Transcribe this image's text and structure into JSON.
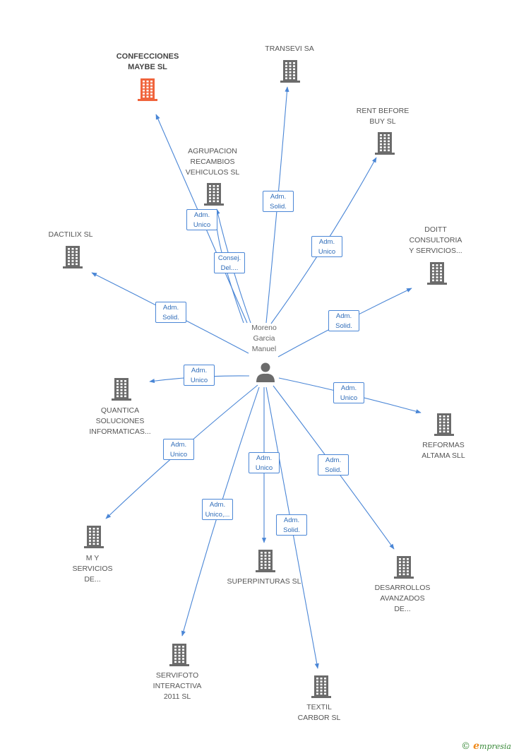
{
  "center": {
    "label": "Moreno\nGarcia\nManuel"
  },
  "nodes": [
    {
      "id": "confecciones",
      "label": "CONFECCIONES\nMAYBE SL",
      "highlight": true
    },
    {
      "id": "transevi",
      "label": "TRANSEVI SA"
    },
    {
      "id": "rentbefore",
      "label": "RENT BEFORE\nBUY SL"
    },
    {
      "id": "agrupacion",
      "label": "AGRUPACION\nRECAMBIOS\nVEHICULOS  SL"
    },
    {
      "id": "dactilix",
      "label": "DACTILIX SL"
    },
    {
      "id": "doitt",
      "label": "DOITT\nCONSULTORIA\nY SERVICIOS..."
    },
    {
      "id": "quantica",
      "label": "QUANTICA\nSOLUCIONES\nINFORMATICAS..."
    },
    {
      "id": "reformas",
      "label": "REFORMAS\nALTAMA SLL"
    },
    {
      "id": "myservicios",
      "label": "M Y\nSERVICIOS\nDE..."
    },
    {
      "id": "superpinturas",
      "label": "SUPERPINTURAS SL"
    },
    {
      "id": "desarrollos",
      "label": "DESARROLLOS\nAVANZADOS\nDE..."
    },
    {
      "id": "servifoto",
      "label": "SERVIFOTO\nINTERACTIVA\n2011 SL"
    },
    {
      "id": "textil",
      "label": "TEXTIL\nCARBOR SL"
    }
  ],
  "edges": [
    {
      "to": "confecciones",
      "label": "Adm.\nUnico"
    },
    {
      "to": "agrupacion",
      "label": "Consej.\nDel...."
    },
    {
      "to": "transevi",
      "label": "Adm.\nSolid."
    },
    {
      "to": "rentbefore",
      "label": "Adm.\nUnico"
    },
    {
      "to": "dactilix",
      "label": "Adm.\nSolid."
    },
    {
      "to": "doitt",
      "label": "Adm.\nSolid."
    },
    {
      "to": "quantica",
      "label": "Adm.\nUnico"
    },
    {
      "to": "reformas",
      "label": "Adm.\nUnico"
    },
    {
      "to": "myservicios",
      "label": "Adm.\nUnico"
    },
    {
      "to": "superpinturas",
      "label": "Adm.\nUnico"
    },
    {
      "to": "desarrollos",
      "label": "Adm.\nSolid."
    },
    {
      "to": "servifoto",
      "label": "Adm.\nUnico,..."
    },
    {
      "to": "textil",
      "label": "Adm.\nSolid."
    }
  ],
  "colors": {
    "edge": "#4a86d6",
    "building": "#6b6b6b",
    "building_highlight": "#f0643c",
    "person": "#6b6b6b"
  },
  "brand": {
    "copyright": "©",
    "name": "mpresia",
    "initial": "e"
  }
}
